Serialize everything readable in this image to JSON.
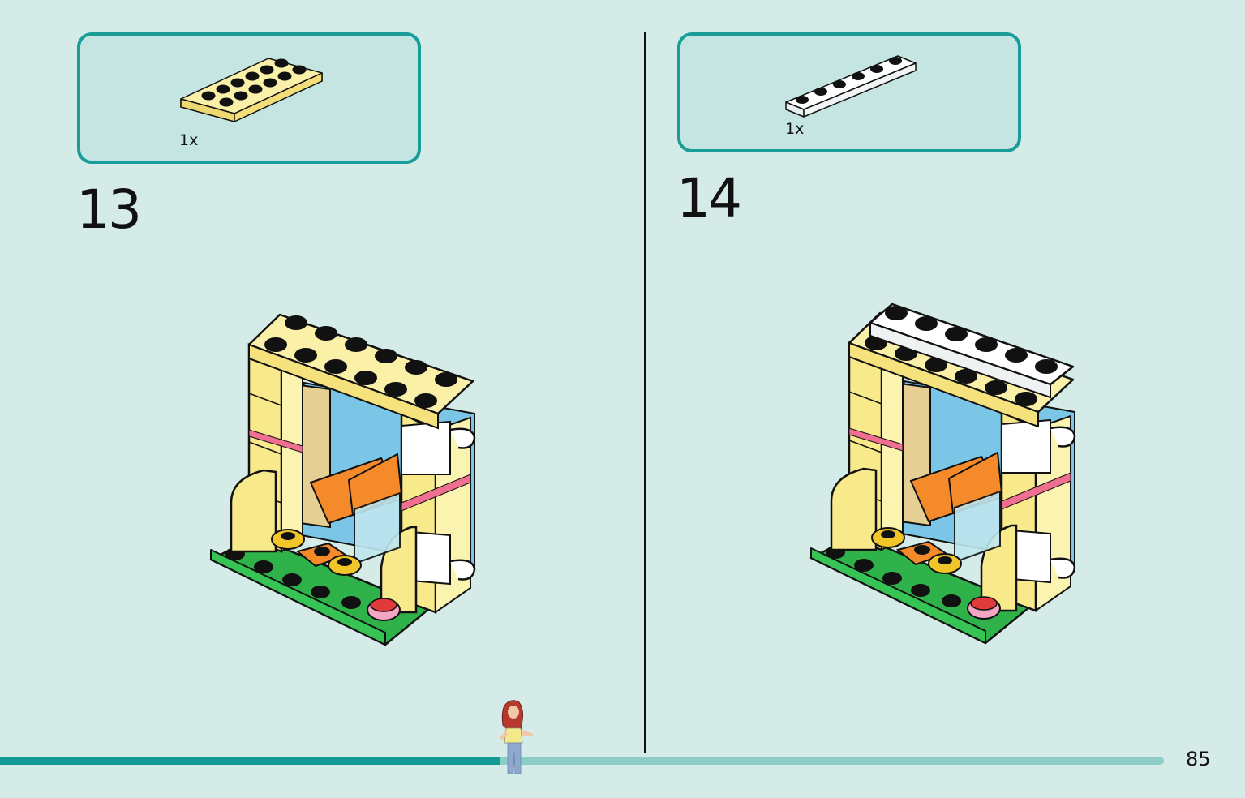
{
  "steps": [
    {
      "number": "13",
      "part_quantity": "1x",
      "part_icon": "yellow-plate-2x6-icon",
      "part_color": "#f8e98a"
    },
    {
      "number": "14",
      "part_quantity": "1x",
      "part_icon": "white-plate-1x6-icon",
      "part_color": "#ffffff"
    }
  ],
  "page": {
    "number": "85",
    "progress": 0.43
  },
  "colors": {
    "background": "#d4ebe8",
    "accent": "#1a9d99",
    "progress_track": "#8ccdc8"
  }
}
